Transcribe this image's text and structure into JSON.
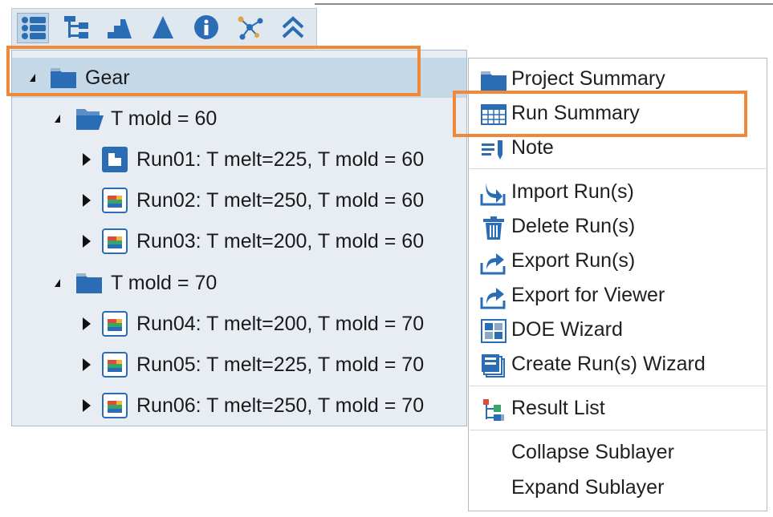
{
  "toolbar": {
    "buttons": [
      {
        "icon": "list-view-icon",
        "active": true
      },
      {
        "icon": "tree-hierarchy-icon"
      },
      {
        "icon": "stairs-icon"
      },
      {
        "icon": "cone-icon"
      },
      {
        "icon": "info-icon"
      },
      {
        "icon": "network-icon"
      },
      {
        "icon": "double-chevron-up-icon"
      }
    ]
  },
  "tree": {
    "root": {
      "label": "Gear",
      "icon": "folder-icon",
      "expanded": true
    },
    "groups": [
      {
        "label": "T mold = 60",
        "icon": "folder-open-icon",
        "expanded": true,
        "runs": [
          {
            "label": "Run01: T melt=225, T mold = 60",
            "icon": "run-model-icon"
          },
          {
            "label": "Run02: T melt=250, T mold = 60",
            "icon": "run-result-icon"
          },
          {
            "label": "Run03: T melt=200, T mold = 60",
            "icon": "run-result-icon"
          }
        ]
      },
      {
        "label": "T mold = 70",
        "icon": "folder-icon",
        "expanded": true,
        "runs": [
          {
            "label": "Run04: T melt=200, T mold = 70",
            "icon": "run-result-icon"
          },
          {
            "label": "Run05: T melt=225, T mold = 70",
            "icon": "run-result-icon"
          },
          {
            "label": "Run06: T melt=250, T mold = 70",
            "icon": "run-result-icon"
          }
        ]
      }
    ]
  },
  "context_menu": {
    "items": [
      {
        "label": "Project Summary",
        "icon": "folder-icon"
      },
      {
        "label": "Run Summary",
        "icon": "table-grid-icon"
      },
      {
        "label": "Note",
        "icon": "note-icon"
      },
      {
        "label": "Import Run(s)",
        "icon": "import-icon"
      },
      {
        "label": "Delete Run(s)",
        "icon": "trash-icon"
      },
      {
        "label": "Export Run(s)",
        "icon": "export-icon"
      },
      {
        "label": "Export for Viewer",
        "icon": "export-icon"
      },
      {
        "label": "DOE Wizard",
        "icon": "doe-grid-icon"
      },
      {
        "label": "Create Run(s) Wizard",
        "icon": "stacked-pages-icon"
      },
      {
        "label": "Result List",
        "icon": "result-list-icon"
      },
      {
        "label": "Collapse Sublayer",
        "icon": ""
      },
      {
        "label": "Expand Sublayer",
        "icon": ""
      }
    ]
  },
  "colors": {
    "accent_blue": "#2a6db5",
    "highlight_orange": "#f0883a",
    "tree_background": "#e7edf2",
    "selection": "#c5d8e7"
  }
}
